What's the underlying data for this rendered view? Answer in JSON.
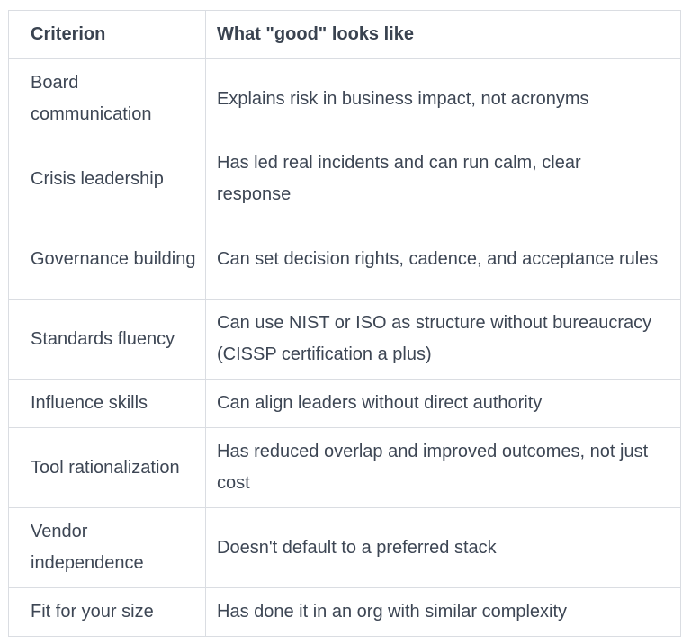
{
  "table": {
    "headers": [
      "Criterion",
      "What \"good\" looks like"
    ],
    "rows": [
      {
        "criterion": "Board communication",
        "good": "Explains risk in business impact, not acronyms",
        "lines": 2
      },
      {
        "criterion": "Crisis leadership",
        "good": "Has led real incidents and can run calm, clear response",
        "lines": 2
      },
      {
        "criterion": "Governance building",
        "good": "Can set decision rights, cadence, and acceptance rules",
        "lines": 2
      },
      {
        "criterion": "Standards fluency",
        "good": "Can use NIST or ISO as structure without bureaucracy (CISSP certification a plus)",
        "lines": 2
      },
      {
        "criterion": "Influence skills",
        "good": "Can align leaders without direct authority",
        "lines": 1
      },
      {
        "criterion": "Tool rationalization",
        "good": "Has reduced overlap and improved outcomes, not just cost",
        "lines": 2
      },
      {
        "criterion": "Vendor independence",
        "good": "Doesn't default to a preferred stack",
        "lines": 2
      },
      {
        "criterion": "Fit for your size",
        "good": "Has done it in an org with similar complexity",
        "lines": 1
      }
    ]
  },
  "colors": {
    "text": "#3d4654",
    "border": "#dadde2",
    "background": "#ffffff"
  }
}
